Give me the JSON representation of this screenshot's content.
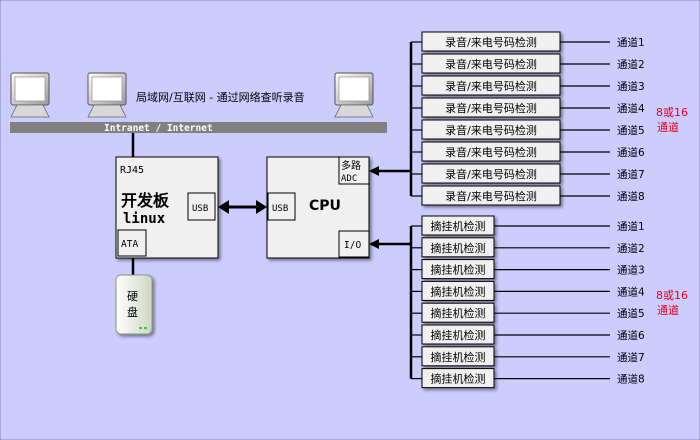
{
  "network": {
    "caption": "局域网/互联网 - 通过网络查听录音",
    "bar_label": "Intranet / Internet",
    "monitor_icon": "monitor-icon"
  },
  "board": {
    "port_rj45": "RJ45",
    "title": "开发板",
    "os": "linux",
    "port_usb": "USB",
    "port_ata": "ATA"
  },
  "cpu": {
    "title": "CPU",
    "port_usb": "USB",
    "mux_line1": "多路",
    "mux_line2": "ADC",
    "port_io": "I/O"
  },
  "disk": {
    "line1": "硬",
    "line2": "盘",
    "icon": "hard-disk-icon"
  },
  "recorders": {
    "box_label": "录音/来电号码检测",
    "channels": [
      "通道1",
      "通道2",
      "通道3",
      "通道4",
      "通道5",
      "通道6",
      "通道7",
      "通道8"
    ],
    "note_line1": "8或16",
    "note_line2": "通道"
  },
  "hookdetect": {
    "box_label": "摘挂机检测",
    "channels": [
      "通道1",
      "通道2",
      "通道3",
      "通道4",
      "通道5",
      "通道6",
      "通道7",
      "通道8"
    ],
    "note_line1": "8或16",
    "note_line2": "通道"
  },
  "colors": {
    "background": "#ccccff",
    "box_fill": "#f0f0f0",
    "network_bar": "#808080",
    "note_red": "#e8001c",
    "line": "#000000"
  }
}
